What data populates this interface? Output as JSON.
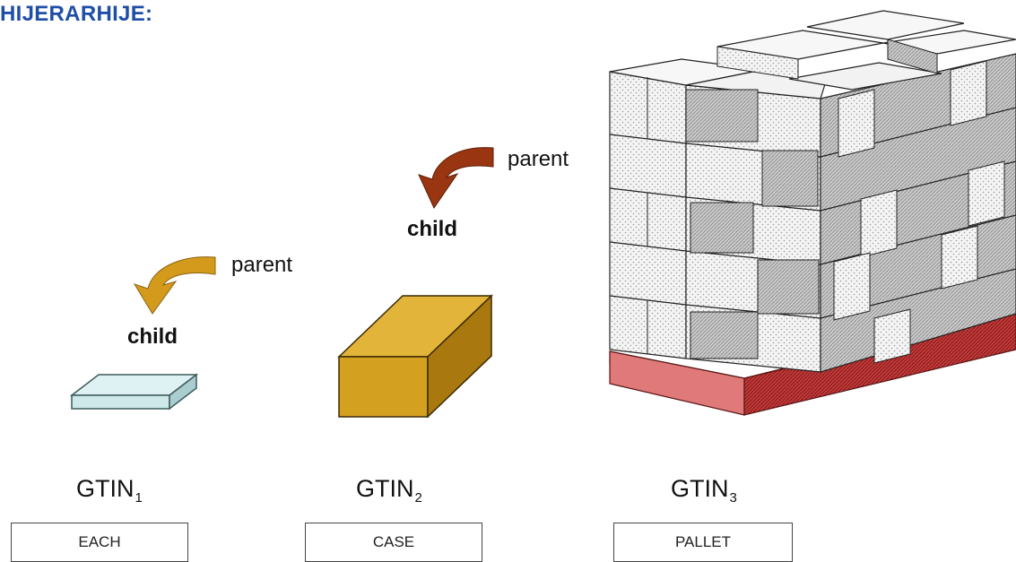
{
  "title": "HIJERARHIJE:",
  "labels": {
    "parent_1": "parent",
    "child_1": "child",
    "parent_2": "parent",
    "child_2": "child"
  },
  "gtin": [
    {
      "main": "GTIN",
      "sub": "1"
    },
    {
      "main": "GTIN",
      "sub": "2"
    },
    {
      "main": "GTIN",
      "sub": "3"
    }
  ],
  "levels": [
    "EACH",
    "CASE",
    "PALLET"
  ],
  "colors": {
    "title": "#1f4ea6",
    "arrow_1": "#d49a1c",
    "arrow_2": "#9a3511",
    "each_item": "#cfe9ea",
    "case_item": "#d4a020",
    "pallet_base": "#c23a3a"
  }
}
